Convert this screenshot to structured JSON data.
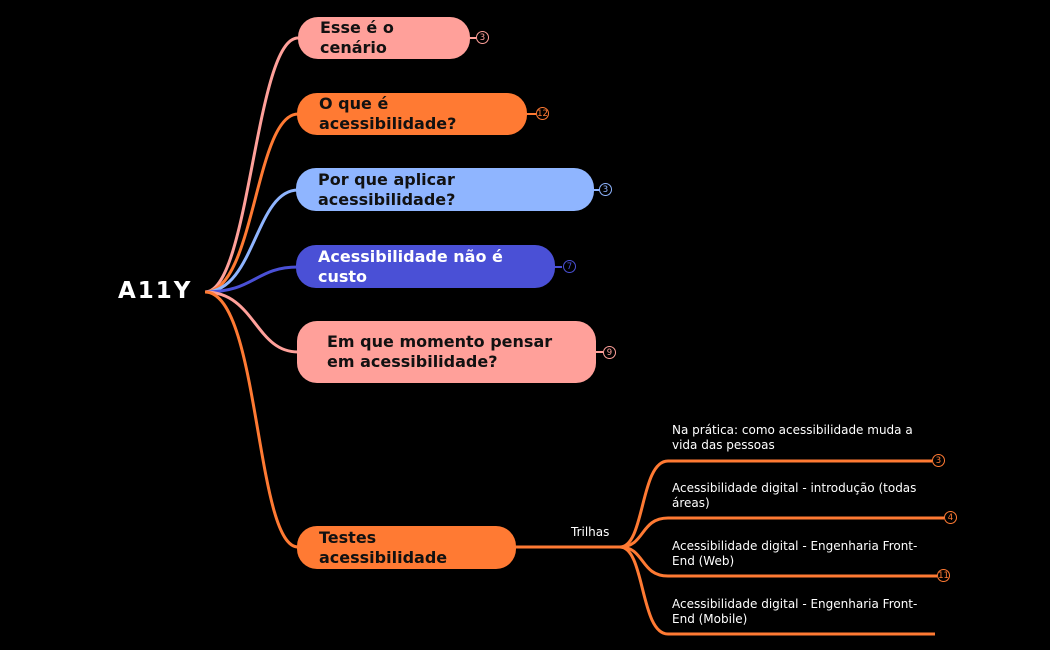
{
  "root": {
    "label": "A11Y"
  },
  "colors": {
    "pink": "#ffa09a",
    "orange": "#ff7a33",
    "light_blue": "#8fb5ff",
    "indigo": "#4a50d6"
  },
  "branches": [
    {
      "label": "Esse é o cenário",
      "count": "3"
    },
    {
      "label": "O que é acessibilidade?",
      "count": "12"
    },
    {
      "label": "Por que aplicar acessibilidade?",
      "count": "3"
    },
    {
      "label": "Acessibilidade não é custo",
      "count": "7"
    },
    {
      "label": "Em que momento pensar em acessibilidade?",
      "count": "9"
    },
    {
      "label": "Testes acessibilidade"
    }
  ],
  "trilhas": {
    "label": "Trilhas",
    "items": [
      {
        "label": "Na prática: como acessibilidade muda a vida das pessoas",
        "count": "3"
      },
      {
        "label": "Acessibilidade digital - introdução (todas áreas)",
        "count": "4"
      },
      {
        "label": "Acessibilidade digital - Engenharia Front-End  (Web)",
        "count": "11"
      },
      {
        "label": "Acessibilidade digital - Engenharia Front-End  (Mobile)"
      }
    ]
  }
}
